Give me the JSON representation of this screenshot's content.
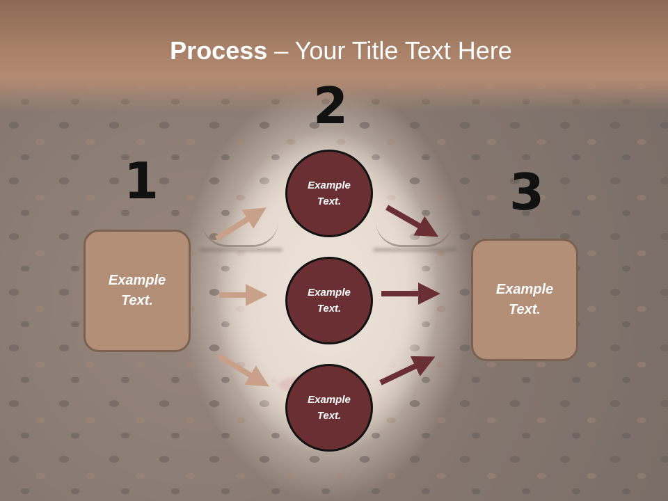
{
  "slide": {
    "title_bold": "Process",
    "title_rest": " – Your Title Text Here"
  },
  "steps": [
    {
      "number": "1"
    },
    {
      "number": "2"
    },
    {
      "number": "3"
    }
  ],
  "left_box": {
    "text": "Example Text."
  },
  "right_box": {
    "text": "Example Text."
  },
  "circles": [
    {
      "text": "Example Text."
    },
    {
      "text": "Example Text."
    },
    {
      "text": "Example Text."
    }
  ],
  "colors": {
    "box_fill": "#b38f78",
    "circle_fill": "#6a2f33",
    "arrow_light": "#c9a08a",
    "arrow_dark": "#6a2f33",
    "title_band": "#a88068"
  }
}
